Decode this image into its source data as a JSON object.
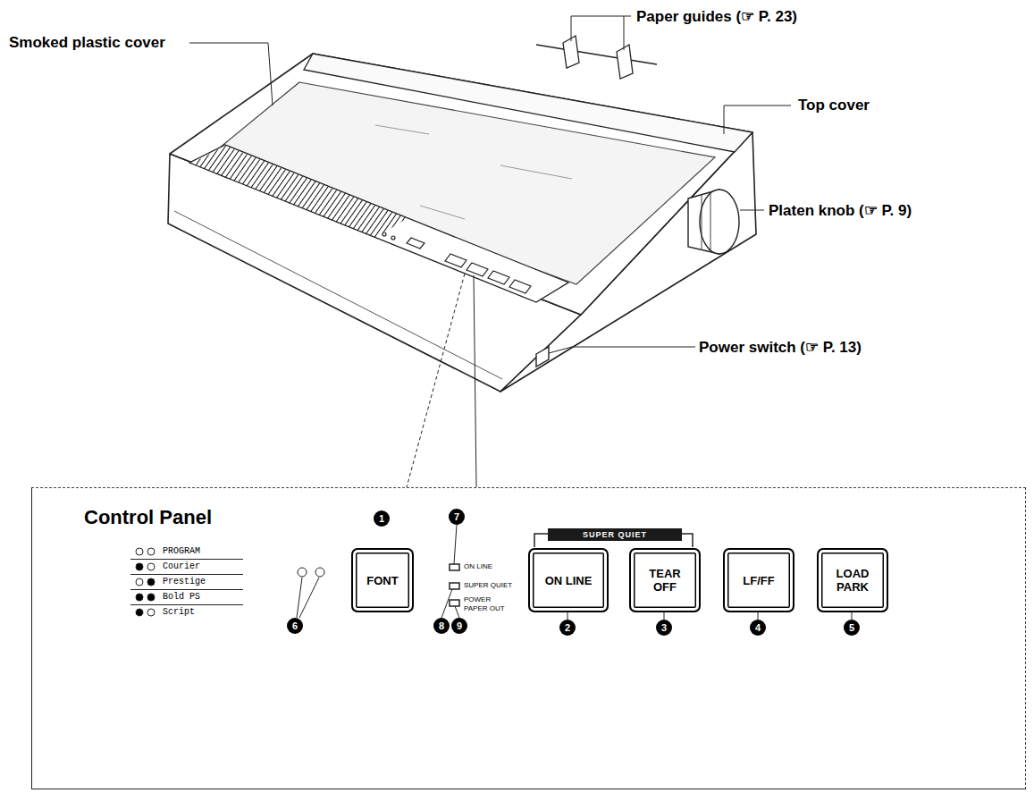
{
  "diagram": {
    "nodes": [
      {
        "text": [
          "Control Panel"
        ]
      },
      {
        "text": [
          "FONT"
        ],
        "in": 0
      },
      {
        "text": [
          "SUPER QUIET"
        ],
        "in": 0
      },
      {
        "text": [
          "ON LINE"
        ],
        "in": 0
      },
      {
        "text": [
          "TEAR OFF"
        ],
        "in": 0
      },
      {
        "text": [
          "LF/FF"
        ],
        "in": 0
      },
      {
        "text": [
          "LOAD PARK"
        ],
        "in": 0
      }
    ],
    "labels": [
      "Smoked plastic cover",
      "Paper guides (☞ P. 23)",
      "Top cover",
      "Platen knob (☞ P. 9)",
      "Power switch (☞ P. 13)",
      "PROGRAM",
      "Courier",
      "Prestige",
      "Bold PS",
      "Script",
      "1",
      "7",
      "ON LINE",
      "SUPER QUIET",
      "POWER",
      "PAPER OUT",
      "6",
      "8",
      "9",
      "2",
      "3",
      "4",
      "5"
    ]
  }
}
